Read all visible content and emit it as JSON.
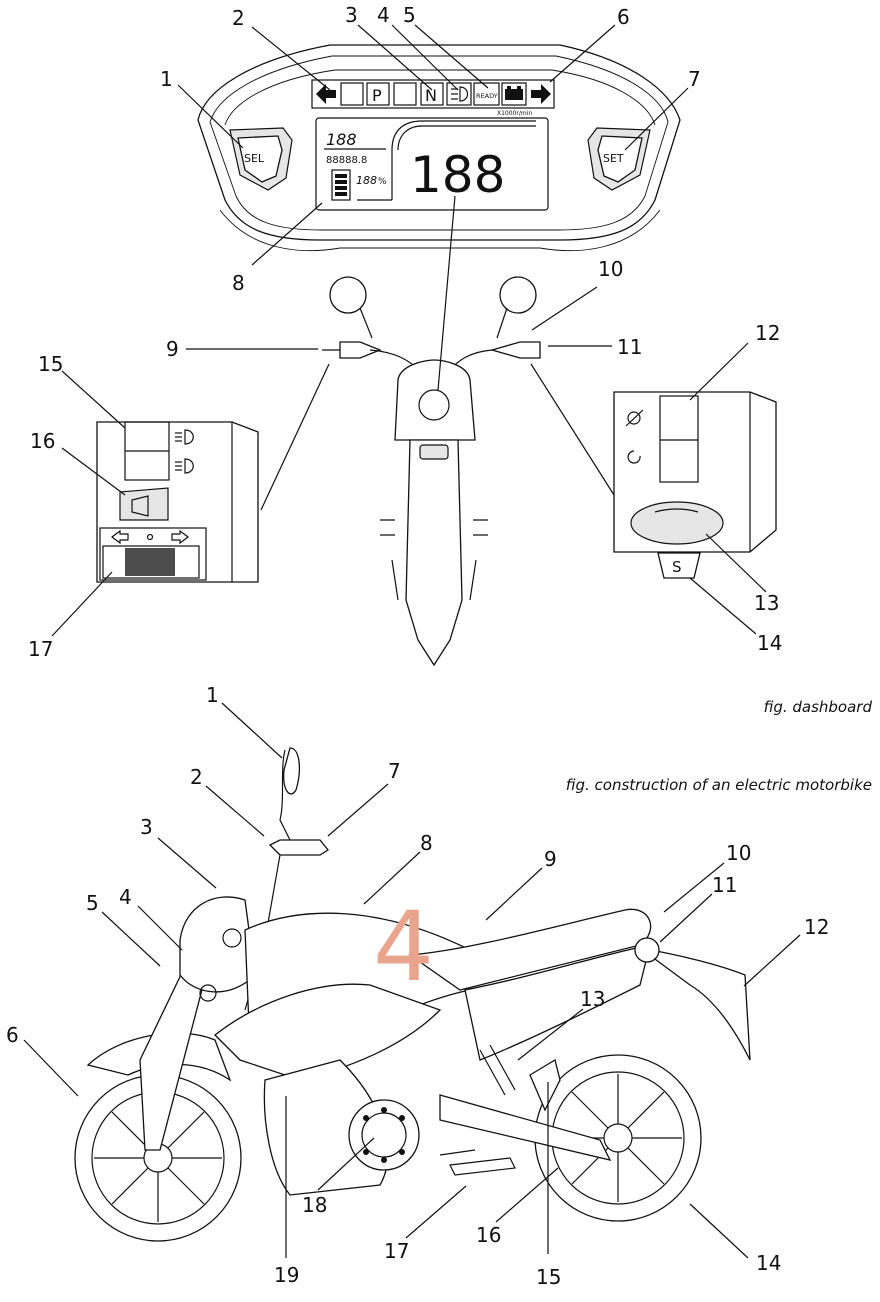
{
  "captions": {
    "dashboard": "fig. dashboard",
    "motorbike": "fig. construction of an electric motorbike"
  },
  "watermark": "4",
  "dashboard": {
    "labels": [
      "1",
      "2",
      "3",
      "4",
      "5",
      "6",
      "7",
      "8",
      "9",
      "10",
      "11",
      "12",
      "13",
      "14",
      "15",
      "16",
      "17"
    ],
    "buttons": {
      "left": "SEL",
      "right": "SET"
    },
    "indicators": {
      "park": "P",
      "neutral": "N",
      "ready": "READY"
    },
    "lcd": {
      "rpm_unit": "X1000r/min",
      "speed": "188",
      "trip": "188",
      "odometer": "88888.8",
      "battery_pct": "188",
      "pct_sign": "%"
    },
    "left_switch_icons": [
      "low-beam-icon",
      "high-beam-icon",
      "horn-icon",
      "turn-signal-switch-icon"
    ],
    "right_switch": {
      "label": "S"
    }
  },
  "motorbike": {
    "labels": [
      "1",
      "2",
      "3",
      "4",
      "5",
      "6",
      "7",
      "8",
      "9",
      "10",
      "11",
      "12",
      "13",
      "14",
      "15",
      "16",
      "17",
      "18",
      "19"
    ]
  },
  "colors": {
    "line": "#111111",
    "watermark": "#e8a48c"
  }
}
